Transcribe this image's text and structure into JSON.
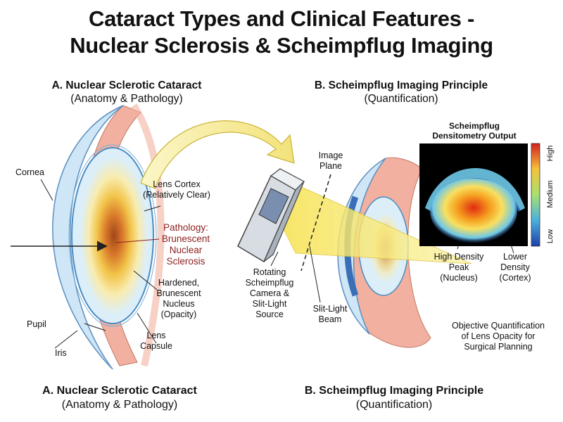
{
  "title": {
    "line1": "Cataract Types and Clinical Features -",
    "line2": "Nuclear Sclerosis & Scheimpflug Imaging"
  },
  "panel_a": {
    "heading": "A. Nuclear Sclerotic Cataract",
    "subheading": "(Anatomy & Pathology)",
    "labels": {
      "cornea": "Cornea",
      "lens_cortex_1": "Lens Cortex",
      "lens_cortex_2": "(Relatively Clear)",
      "pathology_1": "Pathology:",
      "pathology_2": "Brunescent",
      "pathology_3": "Nuclear",
      "pathology_4": "Sclerosis",
      "hardened_1": "Hardened,",
      "hardened_2": "Brunescent",
      "hardened_3": "Nucleus",
      "hardened_4": "(Opacity)",
      "pupil": "Pupil",
      "iris": "Iris",
      "capsule_1": "Lens",
      "capsule_2": "Capsule"
    }
  },
  "panel_b": {
    "heading": "B. Scheimpflug Imaging Principle",
    "subheading": "(Quantification)",
    "labels": {
      "image_plane_1": "Image",
      "image_plane_2": "Plane",
      "camera_1": "Rotating",
      "camera_2": "Scheimpflug",
      "camera_3": "Camera &",
      "camera_4": "Slit-Light",
      "camera_5": "Source",
      "beam_1": "Slit-Light",
      "beam_2": "Beam",
      "high_density_1": "High Density",
      "high_density_2": "Peak",
      "high_density_3": "(Nucleus)",
      "lower_density_1": "Lower",
      "lower_density_2": "Density",
      "lower_density_3": "(Cortex)",
      "objective_1": "Objective Quantification",
      "objective_2": "of Lens Opacity for",
      "objective_3": "Surgical Planning"
    },
    "densitometry": {
      "title_1": "Scheimpflug",
      "title_2": "Densitometry Output",
      "scale_high": "High",
      "scale_medium": "Medium",
      "scale_low": "Low"
    }
  },
  "footer": {
    "a_heading": "A. Nuclear Sclerotic Cataract",
    "a_sub": "(Anatomy & Pathology)",
    "b_heading": "B. Scheimpflug Imaging Principle",
    "b_sub": "(Quantification)"
  },
  "colors": {
    "cornea_blue": "#8fc3e8",
    "iris_blue": "#3a6fb8",
    "sclera_pink": "#f2b0a0",
    "nucleus_brown": "#a0461a",
    "beam_yellow": "#f5e25a",
    "arrow_yellow": "#f7ec8e"
  }
}
